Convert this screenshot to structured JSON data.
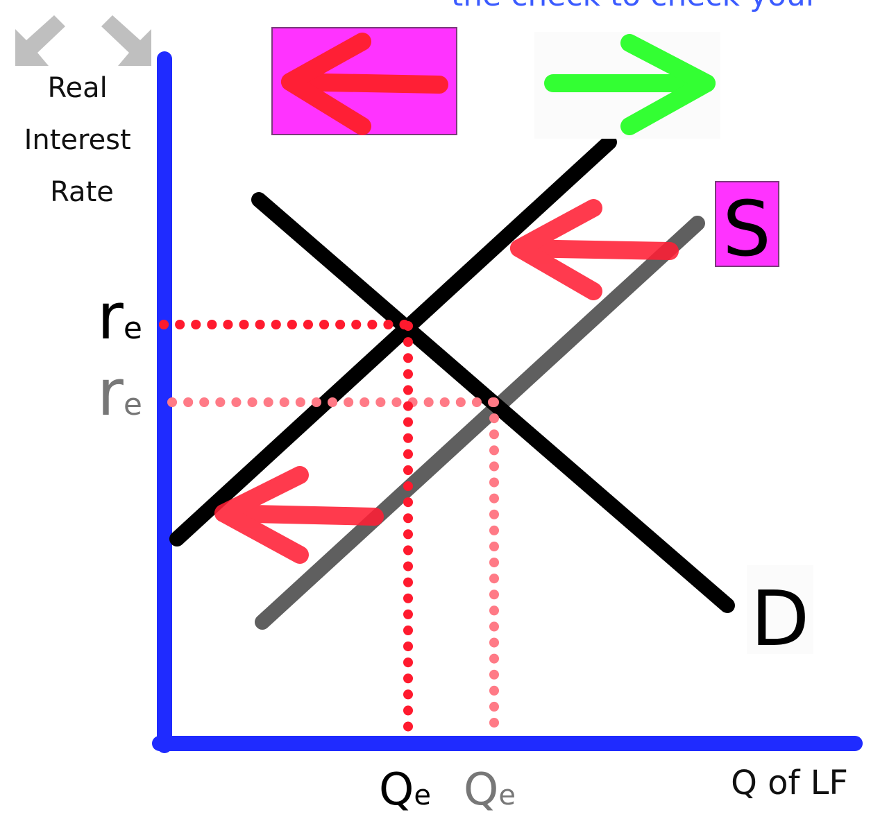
{
  "nav": {
    "collapse_icon": "arrow-down-left-icon",
    "expand_icon": "arrow-down-right-icon"
  },
  "header": {
    "cut_text": "the check to check your"
  },
  "colors": {
    "axis": "#1f2bff",
    "curve": "#000000",
    "old_supply": "#5f5f5f",
    "shift_arrow": "#ff1f35",
    "right_arrow": "#33ff33",
    "label_bg": "#ff33ff",
    "new_guides": "#ff1a2e",
    "old_guides": "#ff7a86",
    "nav_icon": "#bfbfbf",
    "old_label": "#777777"
  },
  "chart_data": {
    "type": "line",
    "title": "",
    "xlabel": "Q of LF",
    "ylabel": "Real Interest Rate",
    "grid": false,
    "series": [
      {
        "name": "D",
        "kind": "demand",
        "label": "D"
      },
      {
        "name": "S",
        "kind": "supply",
        "label": "S",
        "label_highlighted": true
      },
      {
        "name": "",
        "kind": "supply (before shift)",
        "label": ""
      }
    ],
    "equilibria": [
      {
        "r_label": "r",
        "r_sub": "e",
        "q_label": "Q",
        "q_sub": "e",
        "state": "new"
      },
      {
        "r_label": "r",
        "r_sub": "e",
        "q_label": "Q",
        "q_sub": "e",
        "state": "old"
      }
    ],
    "annotations": [
      {
        "type": "arrow",
        "direction": "left",
        "meaning": "supply shift",
        "highlighted": true
      },
      {
        "type": "arrow",
        "direction": "right",
        "highlighted": false
      },
      {
        "type": "arrow",
        "direction": "left",
        "meaning": "supply shift"
      },
      {
        "type": "arrow",
        "direction": "left",
        "meaning": "supply shift"
      }
    ]
  }
}
